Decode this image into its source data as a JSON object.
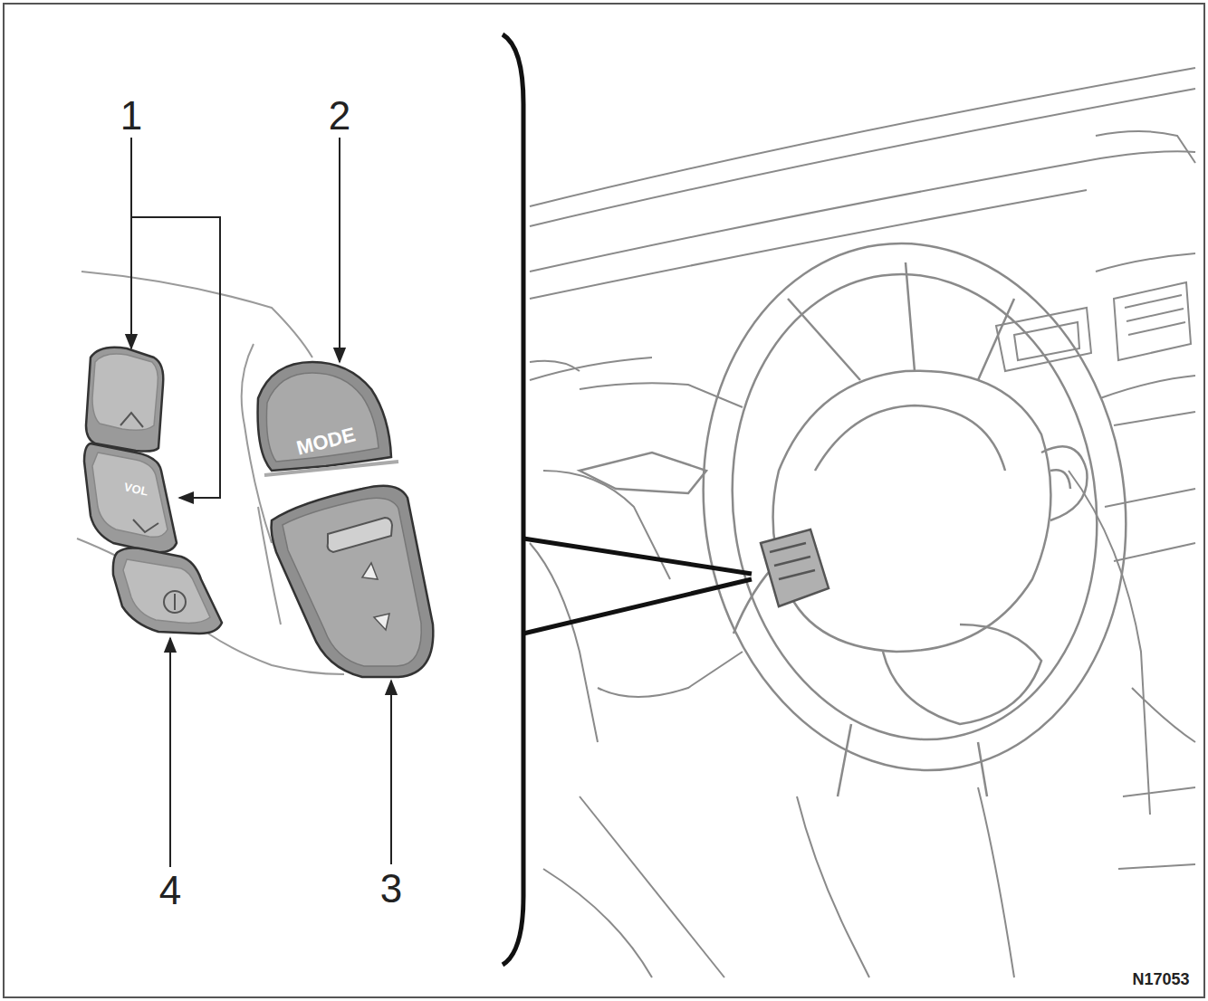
{
  "diagram": {
    "labels": [
      "1",
      "2",
      "3",
      "4",
      "MODE",
      "VOL",
      "N17053"
    ]
  }
}
